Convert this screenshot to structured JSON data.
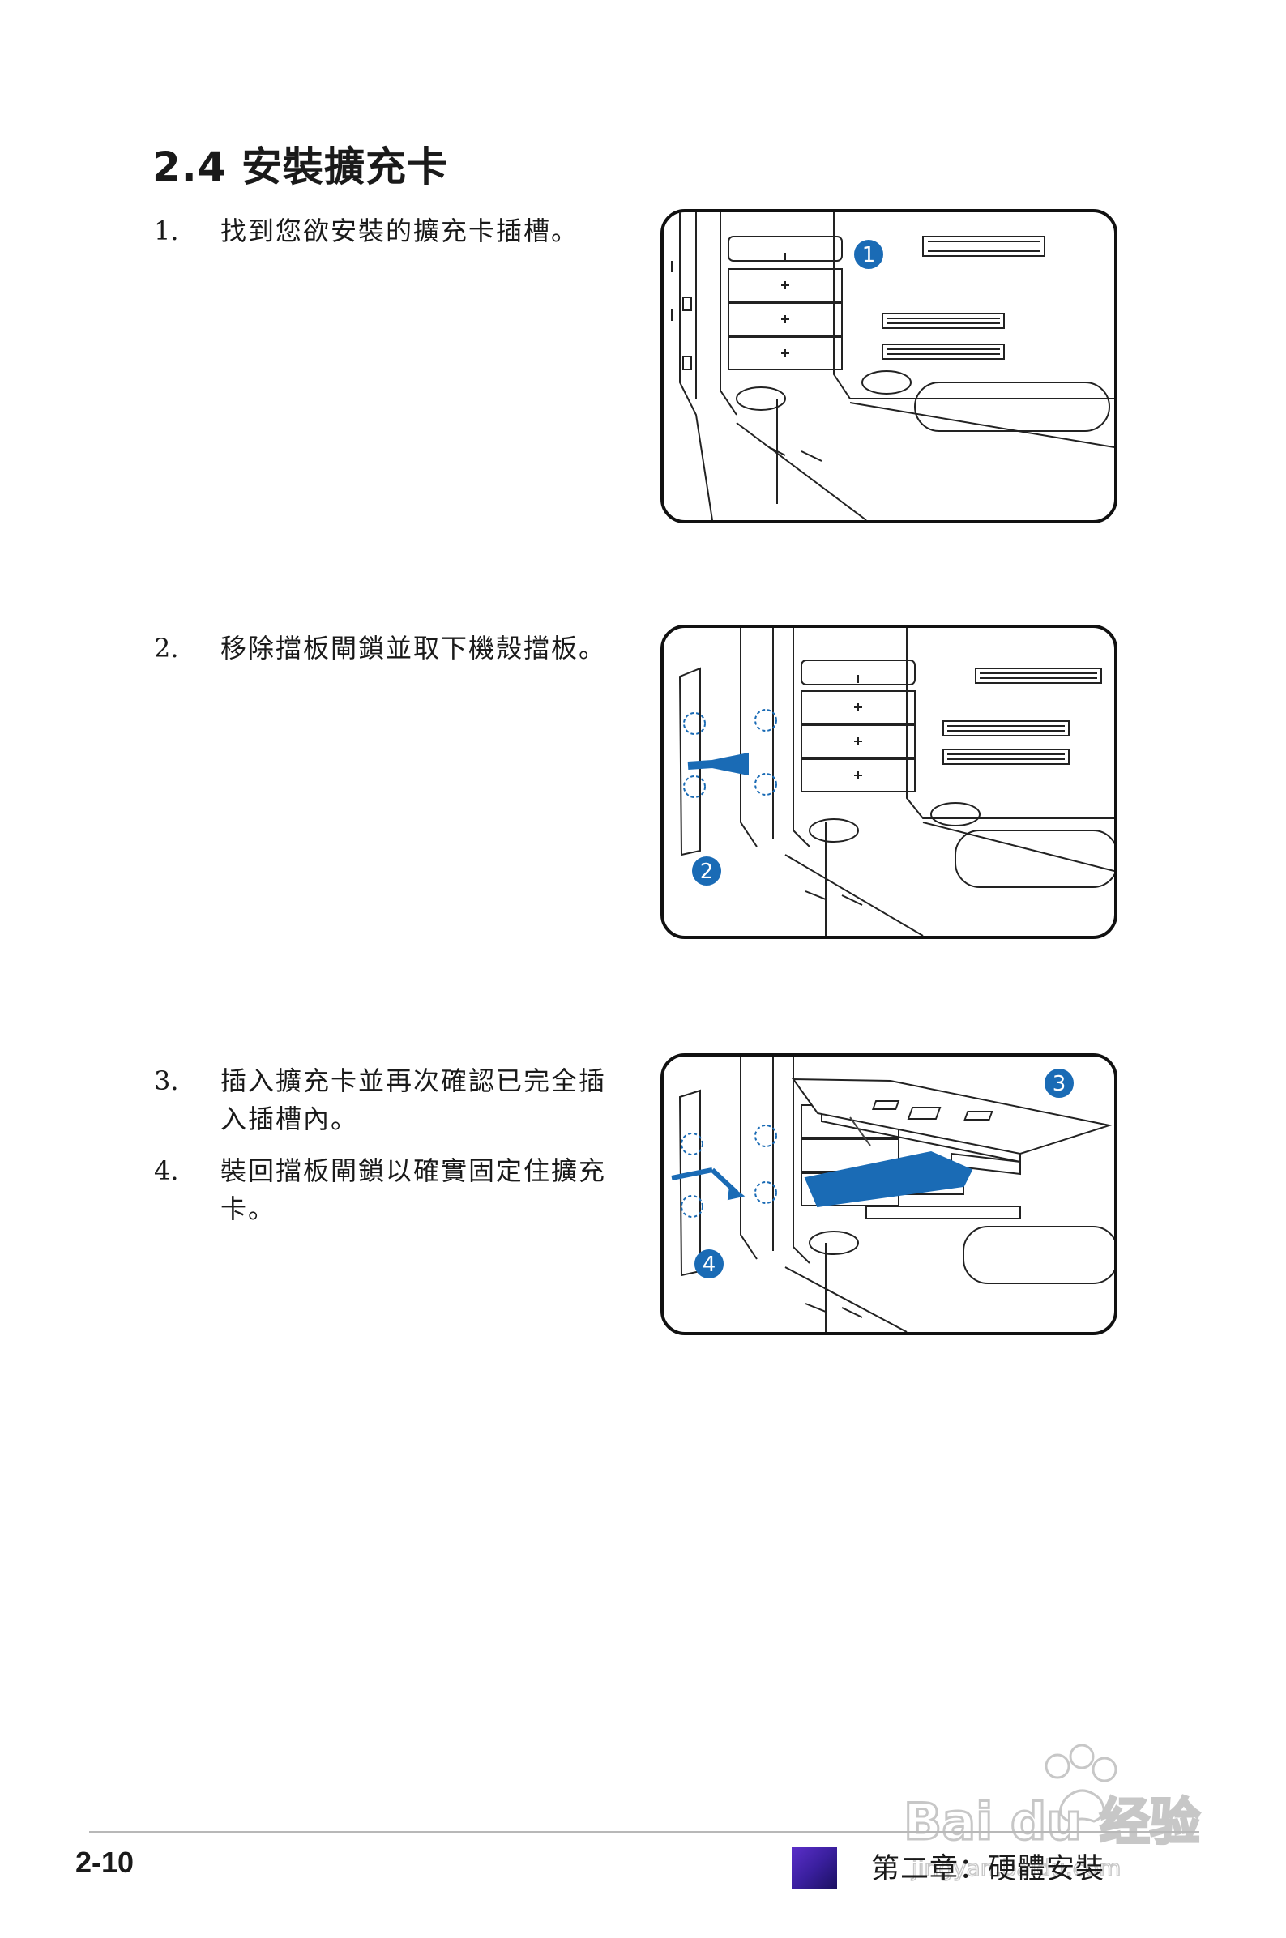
{
  "section": {
    "title": "2.4 安裝擴充卡"
  },
  "steps": [
    {
      "number": "1.",
      "text": "找到您欲安裝的擴充卡插槽。"
    },
    {
      "number": "2.",
      "text": "移除擋板閘鎖並取下機殼擋板。"
    },
    {
      "number": "3.",
      "text": "插入擴充卡並再次確認已完全插入插槽內。"
    },
    {
      "number": "4.",
      "text": "裝回擋板閘鎖以確實固定住擴充卡。"
    }
  ],
  "figures": [
    {
      "callouts": [
        "1"
      ]
    },
    {
      "callouts": [
        "2"
      ]
    },
    {
      "callouts": [
        "3",
        "4"
      ]
    }
  ],
  "colors": {
    "callout": "#1a6bb5",
    "arrow": "#1a6bb5",
    "chapter_swatch": "#3a1f9e"
  },
  "footer": {
    "page_number": "2-10",
    "chapter": "第二章：硬體安裝"
  },
  "watermark": {
    "logo_text": "Bai du 经验",
    "url_text": "jingyan.baidu.com"
  }
}
